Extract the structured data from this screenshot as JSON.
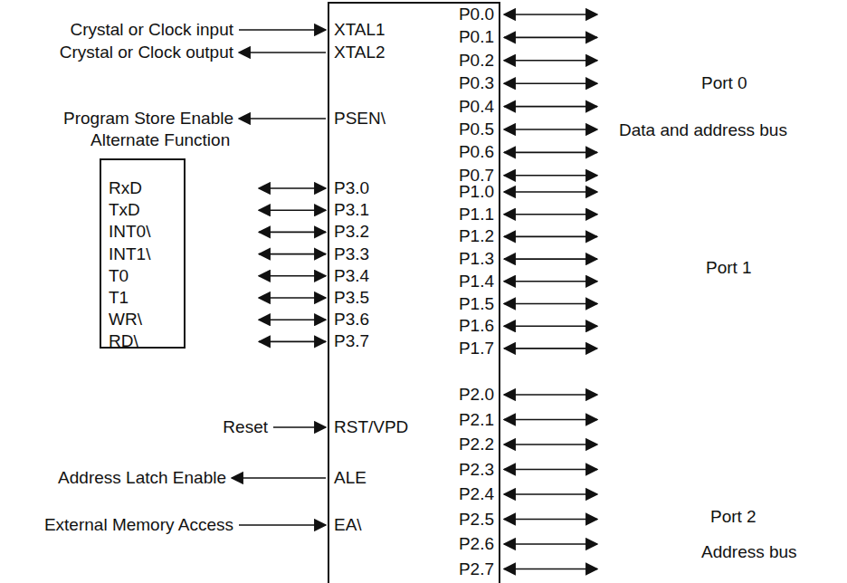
{
  "diagram": {
    "nodes": [
      {
        "text": [
          "XTAL1",
          "XTAL2",
          "PSEN\\",
          "P3.0",
          "P3.1",
          "P3.2",
          "P3.3",
          "P3.4",
          "P3.5",
          "P3.6",
          "P3.7",
          "RST/VPD",
          "ALE",
          "EA\\",
          "P0.0",
          "P0.1",
          "P0.2",
          "P0.3",
          "P0.4",
          "P0.5",
          "P0.6",
          "P0.7",
          "P1.0",
          "P1.1",
          "P1.2",
          "P1.3",
          "P1.4",
          "P1.5",
          "P1.6",
          "P1.7",
          "P2.0",
          "P2.1",
          "P2.2",
          "P2.3",
          "P2.4",
          "P2.5",
          "P2.6",
          "P2.7"
        ]
      },
      {
        "text": [
          "Alternate Function",
          "RxD",
          "TxD",
          "INT0\\",
          "INT1\\",
          "T0",
          "T1",
          "WR\\",
          "RD\\"
        ]
      }
    ],
    "labels": [
      "Crystal or Clock input",
      "Crystal or Clock output",
      "Program Store Enable",
      "Reset",
      "Address Latch Enable",
      "External Memory Access",
      "Port 0",
      "Data and address bus",
      "Port 1",
      "Port 2",
      "Address bus"
    ]
  }
}
